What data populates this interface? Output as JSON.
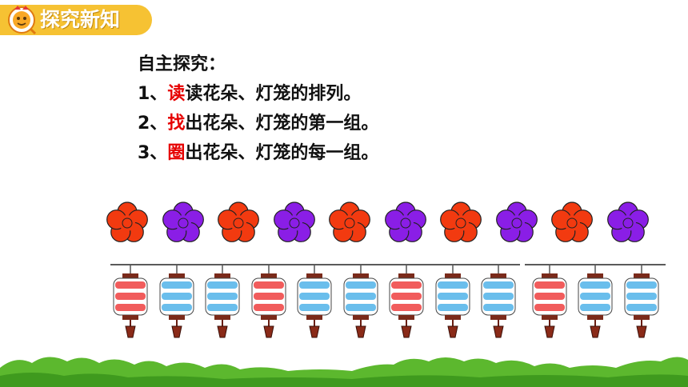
{
  "header": {
    "title": "探究新知",
    "tab_color": "#f6c233"
  },
  "content": {
    "heading": "自主探究：",
    "items": [
      {
        "number": "1、",
        "highlight": "读",
        "rest": "读花朵、灯笼的排列。"
      },
      {
        "number": "2、",
        "highlight": "找",
        "rest": "出花朵、灯笼的第一组。"
      },
      {
        "number": "3、",
        "highlight": "圈",
        "rest": "出花朵、灯笼的每一组。"
      }
    ],
    "highlight_color": "#e60000"
  },
  "flowers": {
    "sequence": [
      "red",
      "purple",
      "red",
      "purple",
      "red",
      "purple",
      "red",
      "purple",
      "red",
      "purple"
    ],
    "colors": {
      "red": "#f23a10",
      "purple": "#8a1ee6"
    }
  },
  "lanterns": {
    "sequence": [
      "red",
      "blue",
      "blue",
      "red",
      "blue",
      "blue",
      "red",
      "blue",
      "blue",
      "red",
      "blue",
      "blue"
    ],
    "colors": {
      "red": "#f04a4a",
      "blue": "#5ab7ea"
    }
  }
}
